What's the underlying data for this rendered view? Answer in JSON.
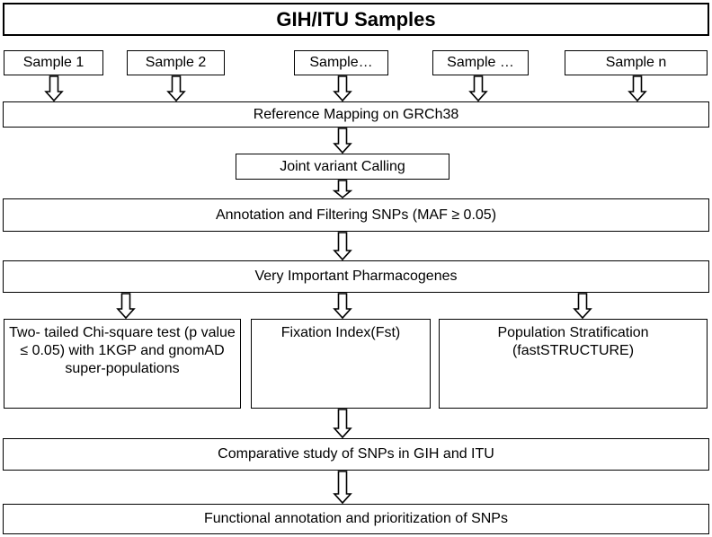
{
  "title": "GIH/ITU Samples",
  "samples": [
    "Sample 1",
    "Sample 2",
    "Sample…",
    "Sample …",
    "Sample n"
  ],
  "steps": {
    "mapping": "Reference Mapping on GRCh38",
    "calling": "Joint variant Calling",
    "filtering": "Annotation and Filtering SNPs (MAF  ≥ 0.05)",
    "vip": "Very Important Pharmacogenes"
  },
  "analyses": {
    "chi_square": "Two- tailed Chi-square test (p value  ≤ 0.05) with 1KGP and gnomAD super-populations",
    "fst": "Fixation Index(Fst)",
    "structure": "Population Stratification (fastSTRUCTURE)"
  },
  "comparative": "Comparative study of SNPs in GIH and ITU",
  "functional": "Functional annotation and prioritization of SNPs"
}
